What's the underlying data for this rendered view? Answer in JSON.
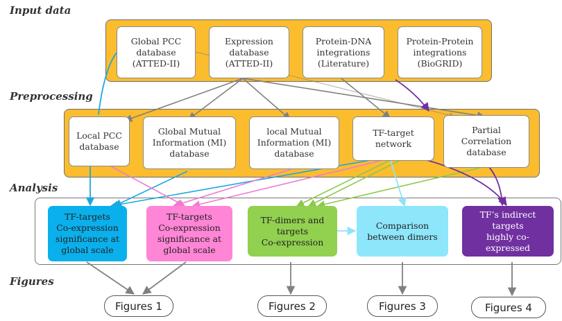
{
  "sections": {
    "input": "Input data",
    "preprocessing": "Preprocessing",
    "analysis": "Analysis",
    "figures": "Figures"
  },
  "colors": {
    "band": "#fbbd2e",
    "band_border": "#6e6e6e",
    "analysis_border": "#777777",
    "arrow_gray": "#808080",
    "arrow_blue": "#1ca7e0",
    "arrow_pink": "#f07ad2",
    "arrow_green": "#8cc84b",
    "arrow_purple": "#7030a0",
    "arrow_cyan": "#8fe3f7"
  },
  "input_nodes": [
    {
      "id": "global-pcc",
      "label": "Global PCC\ndatabase\n(ATTED-II)"
    },
    {
      "id": "expression",
      "label": "Expression\ndatabase\n(ATTED-II)"
    },
    {
      "id": "protein-dna",
      "label": "Protein-DNA\nintegrations\n(Literature)"
    },
    {
      "id": "protein-protein",
      "label": "Protein-Protein\nintegrations\n(BioGRID)"
    }
  ],
  "preprocessing_nodes": [
    {
      "id": "local-pcc",
      "label": "Local PCC\ndatabase"
    },
    {
      "id": "global-mi",
      "label": "Global Mutual\nInformation (MI)\ndatabase"
    },
    {
      "id": "local-mi",
      "label": "local Mutual\nInformation (MI)\ndatabase"
    },
    {
      "id": "tf-target-network",
      "label": "TF-target\nnetwork"
    },
    {
      "id": "partial-correlation",
      "label": "Partial\nCorrelation\ndatabase"
    }
  ],
  "analysis_nodes": [
    {
      "id": "tf-targets-pcc",
      "label": "TF-targets\nCo-expression\nsignificance at\nglobal scale",
      "color": "#0ab0ec",
      "text_color": "#222222"
    },
    {
      "id": "tf-targets-mi",
      "label": "TF-targets\nCo-expression\nsignificance at\nglobal scale",
      "color": "#ff85d6",
      "text_color": "#222222"
    },
    {
      "id": "tf-dimers",
      "label": "TF-dimers and\ntargets\nCo-expression",
      "color": "#92d050",
      "text_color": "#222222"
    },
    {
      "id": "comparison",
      "label": "Comparison\nbetween dimers",
      "color": "#8ee6fb",
      "text_color": "#222222"
    },
    {
      "id": "indirect-targets",
      "label": "TF’s indirect targets\nhighly co-expressed",
      "color": "#7030a0",
      "text_color": "#ffffff"
    }
  ],
  "figure_nodes": [
    {
      "id": "figures-1",
      "label": "Figures 1"
    },
    {
      "id": "figures-2",
      "label": "Figures 2"
    },
    {
      "id": "figures-3",
      "label": "Figures 3"
    },
    {
      "id": "figures-4",
      "label": "Figures 4"
    }
  ]
}
